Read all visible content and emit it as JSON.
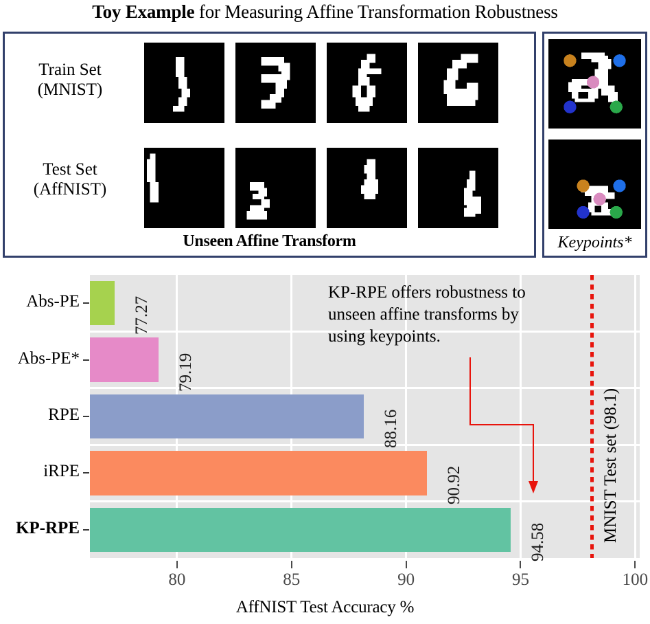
{
  "title": {
    "bold_part": "Toy Example",
    "rest_part": " for Measuring Affine Transformation Robustness"
  },
  "top_panel": {
    "train_label_line1": "Train Set",
    "train_label_line2": "(MNIST)",
    "test_label_line1": "Test Set",
    "test_label_line2": "(AffNIST)",
    "caption": "Unseen Affine Transform",
    "train_digits": [
      "1",
      "3",
      "8",
      "6"
    ],
    "test_digits": [
      "1",
      "3",
      "8",
      "6"
    ],
    "keypoints_caption": "Keypoints*",
    "keypoint_colors": [
      "#c8821e",
      "#1f5fe0",
      "#d98bbf",
      "#2233cc",
      "#2aa84a"
    ]
  },
  "chart_data": {
    "type": "bar",
    "orientation": "horizontal",
    "title": "",
    "categories": [
      "Abs-PE",
      "Abs-PE*",
      "RPE",
      "iRPE",
      "KP-RPE"
    ],
    "values": [
      77.27,
      79.19,
      88.16,
      90.92,
      94.58
    ],
    "value_labels": [
      "77.27",
      "79.19",
      "88.16",
      "90.92",
      "94.58"
    ],
    "bar_colors": [
      "#a6d24e",
      "#e68ac8",
      "#8b9dc9",
      "#fb8a5f",
      "#62c3a2"
    ],
    "xlabel": "AffNIST Test Accuracy %",
    "ylabel": "",
    "xticks": [
      80,
      85,
      90,
      95,
      100
    ],
    "xtick_labels": [
      "80",
      "85",
      "90",
      "95",
      "100"
    ],
    "xlim": [
      76.2,
      100.2
    ],
    "grid": true,
    "grid_color": "#ffffff",
    "plot_background": "#e5e5e5",
    "bold_category": "KP-RPE",
    "reference_line": {
      "value": 98.1,
      "label": "MNIST Test set (98.1)",
      "color": "#e8140c",
      "style": "dotted"
    },
    "annotation": {
      "text": "KP-RPE offers robustness to\nunseen affine transforms by\nusing keypoints.",
      "arrow_color": "#e8140c",
      "points_to": "KP-RPE"
    }
  }
}
